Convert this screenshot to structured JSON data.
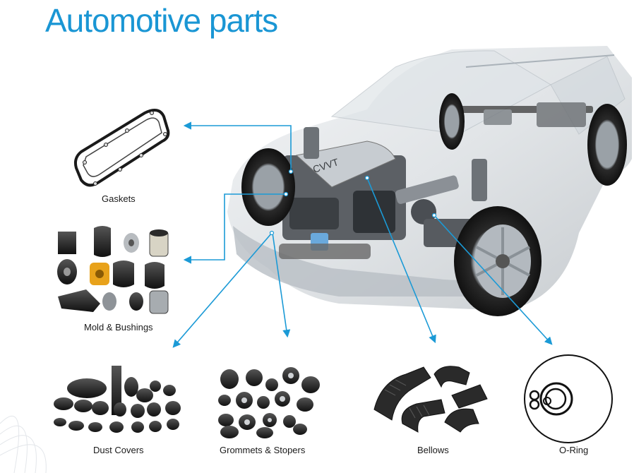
{
  "page": {
    "title": "Automotive parts"
  },
  "parts": [
    {
      "label": "Gaskets"
    },
    {
      "label": "Mold & Bushings"
    },
    {
      "label": "Dust Covers"
    },
    {
      "label": "Grommets & Stopers"
    },
    {
      "label": "Bellows"
    },
    {
      "label": "O-Ring"
    }
  ],
  "colors": {
    "accent": "#1a96d4",
    "arrow": "#1b9ad6",
    "rubber": "#1c1c1c",
    "amber": "#e8a21b"
  }
}
